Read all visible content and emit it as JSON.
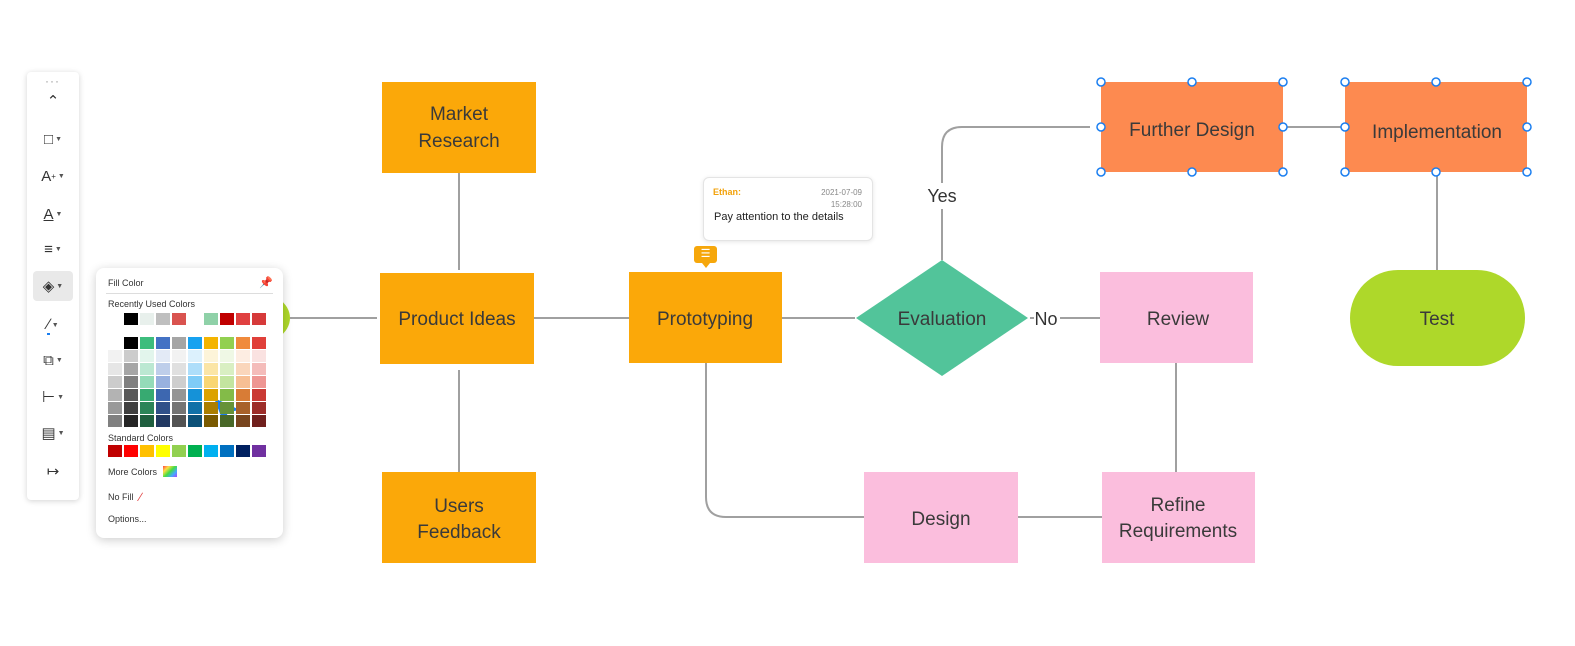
{
  "diagram": {
    "nodes": {
      "market_research": {
        "lines": [
          "Market",
          "Research"
        ]
      },
      "product_ideas": {
        "lines": [
          "Product Ideas"
        ]
      },
      "users_feedback": {
        "lines": [
          "Users",
          "Feedback"
        ]
      },
      "prototyping": {
        "lines": [
          "Prototyping"
        ]
      },
      "evaluation": {
        "lines": [
          "Evaluation"
        ]
      },
      "further_design": {
        "lines": [
          "Further Design"
        ]
      },
      "implementation": {
        "lines": [
          "Implementation"
        ]
      },
      "test": {
        "lines": [
          "Test"
        ]
      },
      "review": {
        "lines": [
          "Review"
        ]
      },
      "refine_requirements": {
        "lines": [
          "Refine",
          "Requirements"
        ]
      },
      "design": {
        "lines": [
          "Design"
        ]
      }
    },
    "edge_labels": {
      "yes": "Yes",
      "no": "No"
    },
    "colors": {
      "orange": "#fba809",
      "coral": "#fd8a50",
      "green": "#52c49a",
      "lime": "#aed82a",
      "pink": "#fbbedd",
      "connector": "#a0a0a0",
      "selection": "#1a7ef0"
    }
  },
  "comment": {
    "author": "Ethan:",
    "date": "2021-07-09",
    "time": "15:28:00",
    "text": "Pay attention to the details"
  },
  "toolbar": {
    "items": [
      "collapse-icon",
      "rectangle-shape-icon",
      "font-size-icon",
      "font-color-icon",
      "align-text-icon",
      "fill-bucket-icon",
      "line-color-icon",
      "arrange-icon",
      "align-objects-icon",
      "distribute-icon",
      "exit-icon"
    ]
  },
  "fill_panel": {
    "title": "Fill Color",
    "recent_label": "Recently Used Colors",
    "standard_label": "Standard Colors",
    "more_colors": "More Colors",
    "no_fill": "No Fill",
    "options": "Options...",
    "recent_colors": [
      "#000000",
      "#e8f0ec",
      "#bfbfbf",
      "#d9534f",
      "#ffffff",
      "#8fd1a8",
      "#c00000",
      "#e04040",
      "#d63a3a"
    ],
    "palette_base": [
      "#ffffff",
      "#000000",
      "#3dbd7d",
      "#4472c4",
      "#a5a5a5",
      "#17a2f0",
      "#f4b400",
      "#92d050",
      "#f08a3c",
      "#e0403a"
    ],
    "standard_colors": [
      "#c00000",
      "#ff0000",
      "#ffc000",
      "#ffff00",
      "#92d050",
      "#00b050",
      "#00b0f0",
      "#0070c0",
      "#002060",
      "#7030a0"
    ]
  }
}
